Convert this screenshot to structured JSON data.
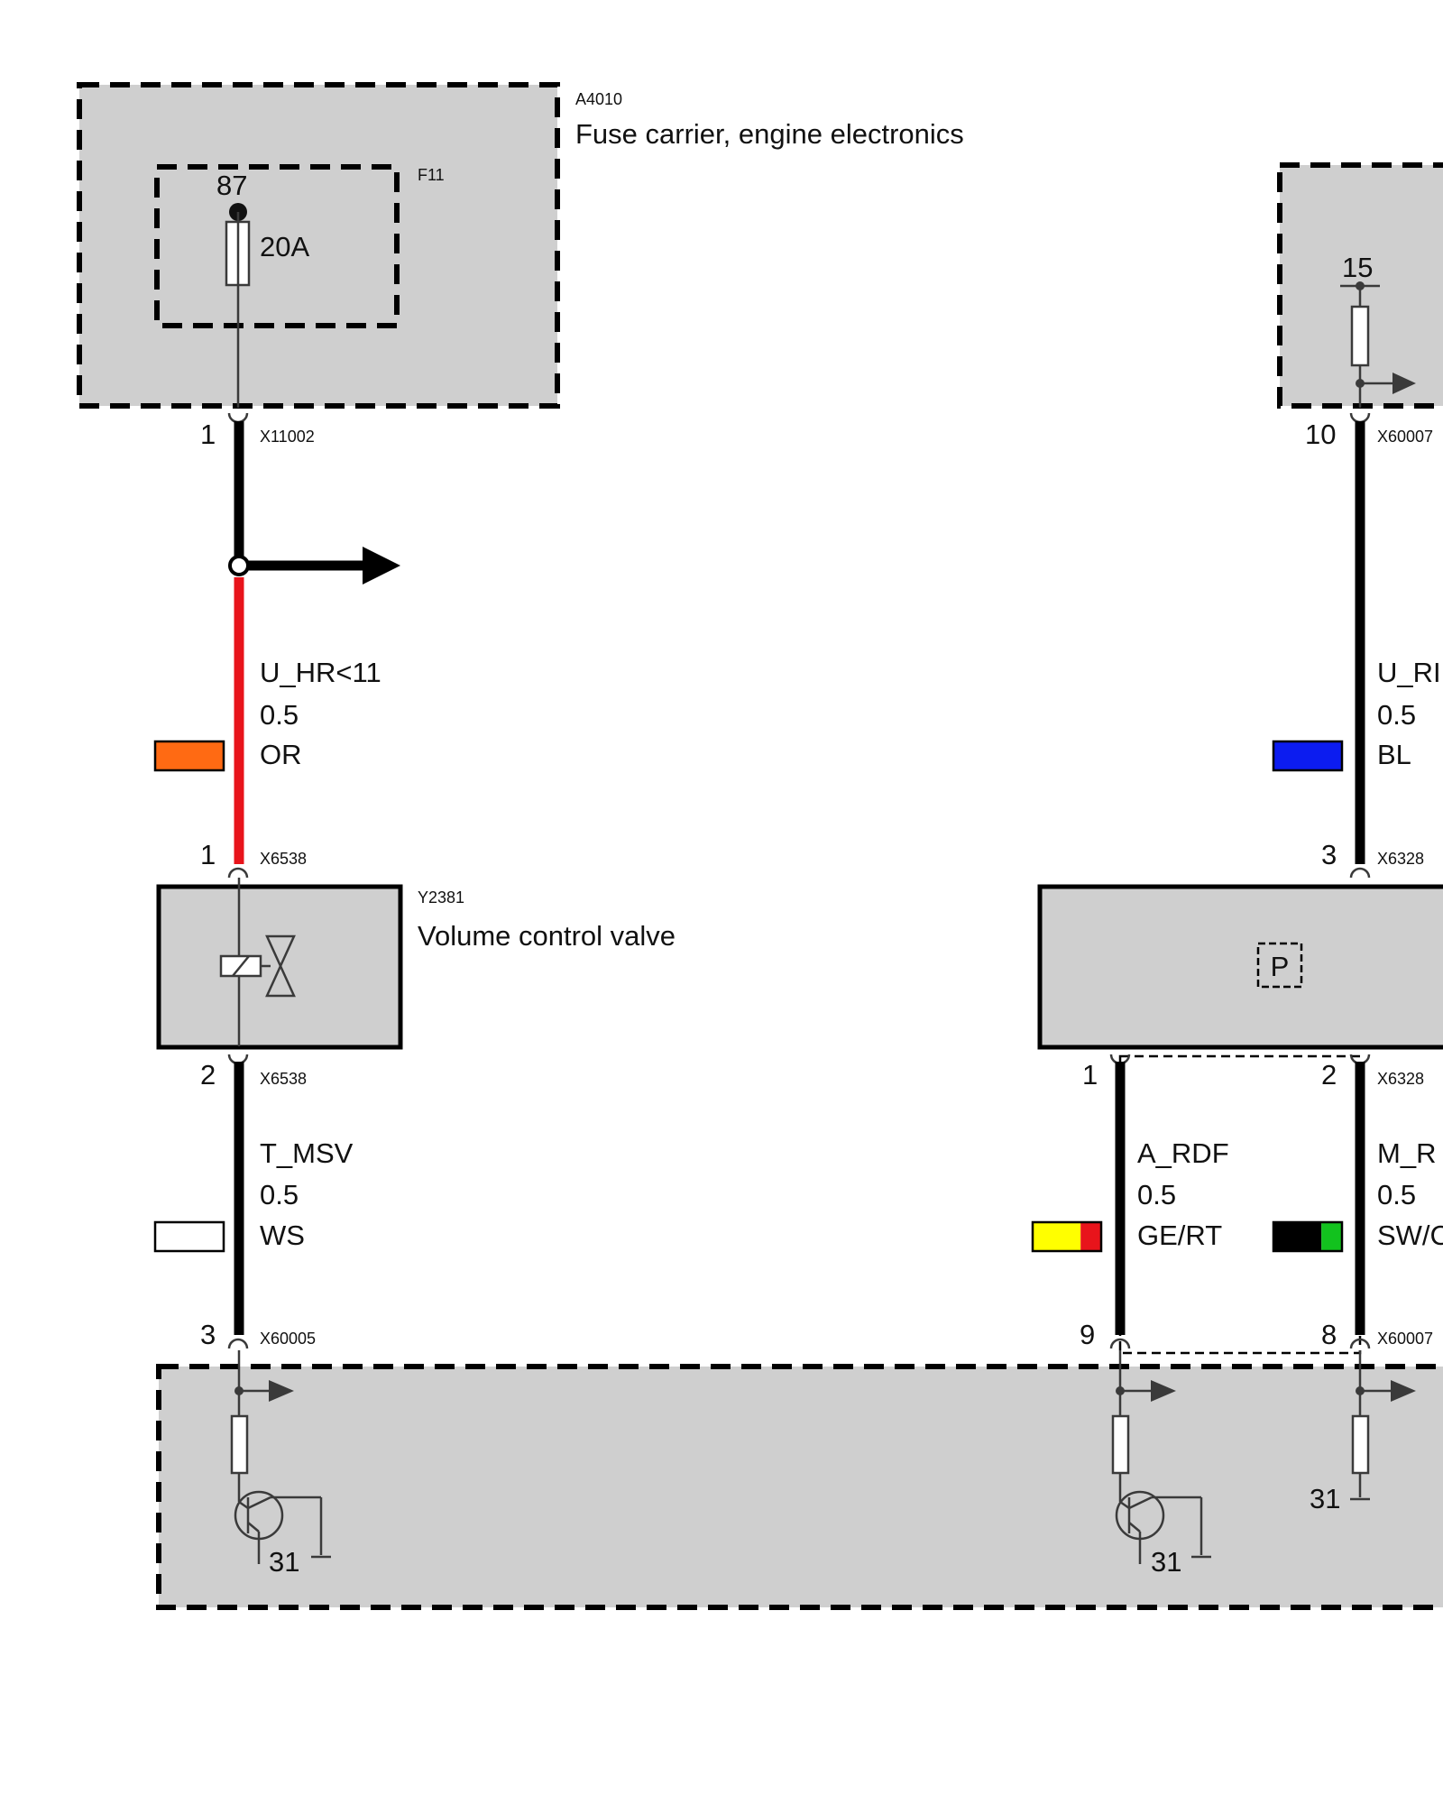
{
  "components": {
    "fuse_carrier": {
      "id": "A4010",
      "name": "Fuse carrier, engine electronics"
    },
    "fuse": {
      "id": "F11",
      "terminal": "87",
      "rating": "20A"
    },
    "valve": {
      "id": "Y2381",
      "name": "Volume control valve"
    },
    "right_module": {
      "terminal": "15"
    },
    "pressure_sensor": {
      "symbol": "P"
    }
  },
  "connectors": {
    "x11002": {
      "name": "X11002",
      "pin": "1"
    },
    "x6538_top": {
      "name": "X6538",
      "pin": "1"
    },
    "x6538_bottom": {
      "name": "X6538",
      "pin": "2"
    },
    "x60005": {
      "name": "X60005",
      "pin": "3"
    },
    "x60007_top": {
      "name": "X60007",
      "pin": "10"
    },
    "x6328_top": {
      "name": "X6328",
      "pin": "3"
    },
    "x6328_left_pin": "1",
    "x6328_bottom": {
      "name": "X6328",
      "pin": "2"
    },
    "x60007_left_pin": "9",
    "x60007_bottom": {
      "name": "X60007",
      "pin": "8"
    }
  },
  "wires": {
    "w_supply": {
      "signal": "U_HR<11",
      "cross_section": "0.5",
      "color_code": "OR",
      "swatch": [
        "#ff6a13"
      ]
    },
    "w_valve_ctrl": {
      "signal": "T_MSV",
      "cross_section": "0.5",
      "color_code": "WS",
      "swatch": [
        "#ffffff"
      ]
    },
    "w_sensor_supply": {
      "signal": "U_RI",
      "cross_section": "0.5",
      "color_code": "BL",
      "swatch": [
        "#0c1cf0"
      ]
    },
    "w_sensor_signal": {
      "signal": "A_RDF",
      "cross_section": "0.5",
      "color_code": "GE/RT",
      "swatch": [
        "#ffff00",
        "#e8141b"
      ]
    },
    "w_sensor_ground": {
      "signal": "M_R",
      "cross_section": "0.5",
      "color_code": "SW/C",
      "swatch": [
        "#000000",
        "#12c21e"
      ]
    }
  },
  "ground_labels": {
    "g1": "31",
    "g2": "31",
    "g3": "31"
  },
  "colors": {
    "box_fill": "#cfcfcf",
    "supply_wire_red": "#e8141b"
  }
}
